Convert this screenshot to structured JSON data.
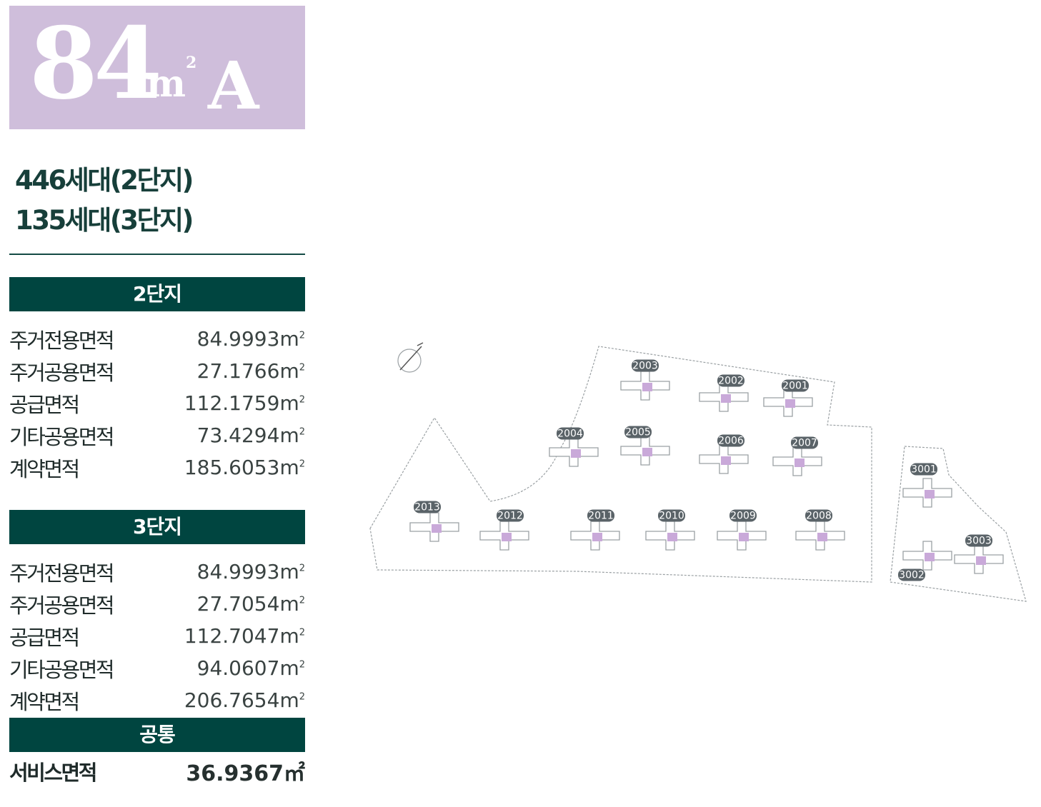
{
  "unit_type": {
    "number": "84",
    "unit": "m",
    "unit_exp": "2",
    "suffix": "A"
  },
  "households": [
    "446세대(2단지)",
    "135세대(3단지)"
  ],
  "sections": [
    {
      "title": "2단지",
      "rows": [
        {
          "label": "주거전용면적",
          "value": "84.9993",
          "unit": "m"
        },
        {
          "label": "주거공용면적",
          "value": "27.1766",
          "unit": "m"
        },
        {
          "label": "공급면적",
          "value": "112.1759",
          "unit": "m"
        },
        {
          "label": "기타공용면적",
          "value": "73.4294",
          "unit": "m"
        },
        {
          "label": "계약면적",
          "value": "185.6053",
          "unit": "m"
        }
      ]
    },
    {
      "title": "3단지",
      "rows": [
        {
          "label": "주거전용면적",
          "value": "84.9993",
          "unit": "m"
        },
        {
          "label": "주거공용면적",
          "value": "27.7054",
          "unit": "m"
        },
        {
          "label": "공급면적",
          "value": "112.7047",
          "unit": "m"
        },
        {
          "label": "기타공용면적",
          "value": "94.0607",
          "unit": "m"
        },
        {
          "label": "계약면적",
          "value": "206.7654",
          "unit": "m"
        }
      ]
    }
  ],
  "common": {
    "title": "공통",
    "label": "서비스면적",
    "value": "36.9367",
    "unit": "㎡"
  },
  "site_map": {
    "buildings": [
      "2001",
      "2002",
      "2003",
      "2004",
      "2005",
      "2006",
      "2007",
      "2008",
      "2009",
      "2010",
      "2011",
      "2012",
      "2013",
      "3001",
      "3002",
      "3003"
    ],
    "highlight_color": "#c9a9d9",
    "outline_color": "#9aa0a3"
  }
}
